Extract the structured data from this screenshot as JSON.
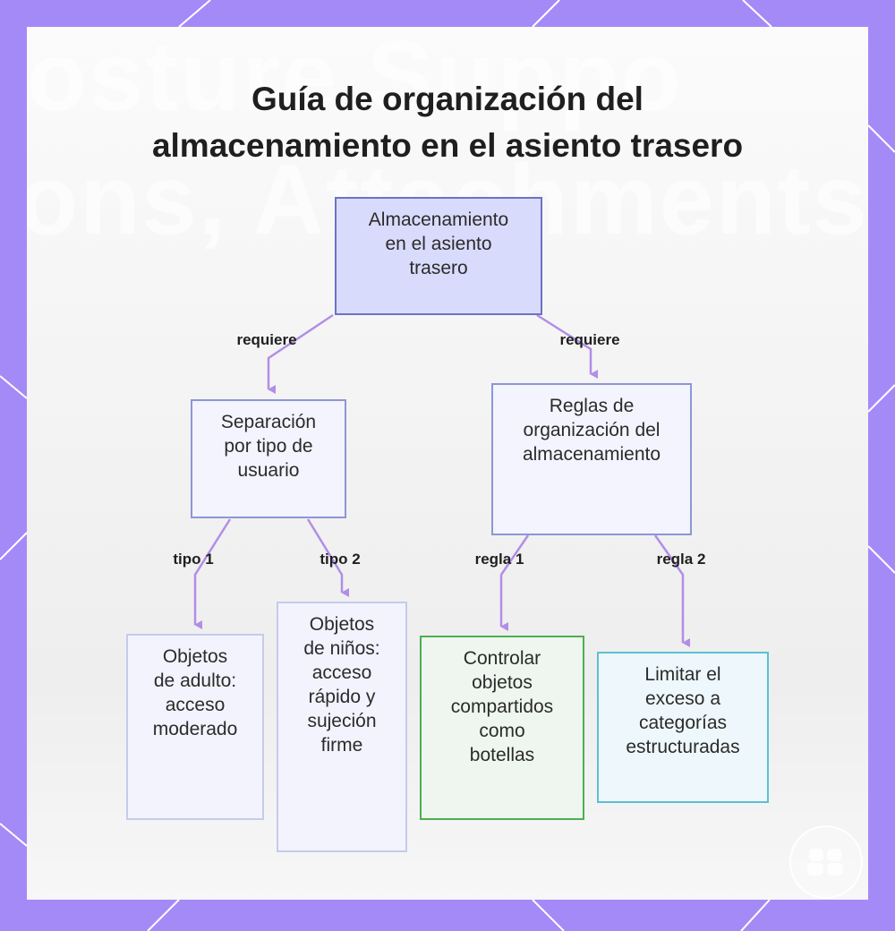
{
  "title_lines": [
    "Guía de organización del",
    "almacenamiento en el asiento trasero"
  ],
  "nodes": {
    "root": [
      "Almacenamiento",
      "en el asiento",
      "trasero"
    ],
    "separacion": [
      "Separación",
      "por tipo de",
      "usuario"
    ],
    "reglas": [
      "Reglas de",
      "organización del",
      "almacenamiento"
    ],
    "adulto": [
      "Objetos",
      "de adulto:",
      "acceso",
      "moderado"
    ],
    "ninos": [
      "Objetos",
      "de niños:",
      "acceso",
      "rápido y",
      "sujeción",
      "firme"
    ],
    "controlar": [
      "Controlar",
      "objetos",
      "compartidos",
      "como",
      "botellas"
    ],
    "limitar": [
      "Limitar el",
      "exceso a",
      "categorías",
      "estructuradas"
    ]
  },
  "edge_labels": {
    "requiere_left": "requiere",
    "requiere_right": "requiere",
    "tipo1": "tipo 1",
    "tipo2": "tipo 2",
    "regla1": "regla 1",
    "regla2": "regla 2"
  },
  "colors": {
    "background": "#a48af7",
    "edge": "#b28ee6",
    "root_fill": "#d9dbfc",
    "root_border": "#6a72c4",
    "node_fill": "#f3f4fd",
    "node_border": "#8d96d6",
    "green_border": "#4caf50",
    "green_fill": "#eef6ef",
    "cyan_border": "#5bc0d6",
    "cyan_fill": "#eef8fc"
  }
}
